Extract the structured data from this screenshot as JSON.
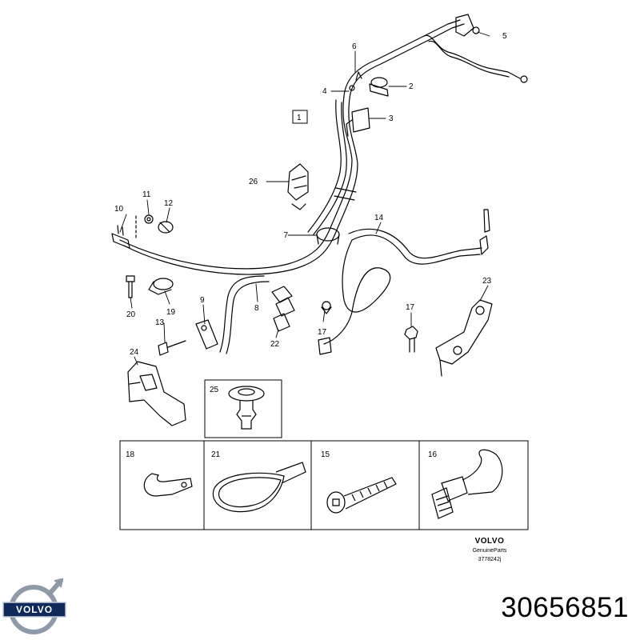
{
  "callouts": [
    {
      "id": "c1",
      "label": "1"
    },
    {
      "id": "c2",
      "label": "2"
    },
    {
      "id": "c3",
      "label": "3"
    },
    {
      "id": "c4",
      "label": "4"
    },
    {
      "id": "c5",
      "label": "5"
    },
    {
      "id": "c6",
      "label": "6"
    },
    {
      "id": "c7",
      "label": "7"
    },
    {
      "id": "c8",
      "label": "8"
    },
    {
      "id": "c9",
      "label": "9"
    },
    {
      "id": "c10",
      "label": "10"
    },
    {
      "id": "c11",
      "label": "11"
    },
    {
      "id": "c12",
      "label": "12"
    },
    {
      "id": "c13",
      "label": "13"
    },
    {
      "id": "c14",
      "label": "14"
    },
    {
      "id": "c17a",
      "label": "17"
    },
    {
      "id": "c17b",
      "label": "17"
    },
    {
      "id": "c19",
      "label": "19"
    },
    {
      "id": "c20",
      "label": "20"
    },
    {
      "id": "c22",
      "label": "22"
    },
    {
      "id": "c23",
      "label": "23"
    },
    {
      "id": "c24",
      "label": "24"
    },
    {
      "id": "c26",
      "label": "26"
    }
  ],
  "boxes": {
    "b25": "25",
    "b18": "18",
    "b21": "21",
    "b15": "15",
    "b16": "16"
  },
  "footer": {
    "brand": "VOLVO",
    "genuine": "GenuineParts",
    "drawing_number": "3778242j"
  },
  "logo": {
    "text": "VOLVO",
    "color": "#0f2a5a"
  },
  "part_number": "30656851"
}
